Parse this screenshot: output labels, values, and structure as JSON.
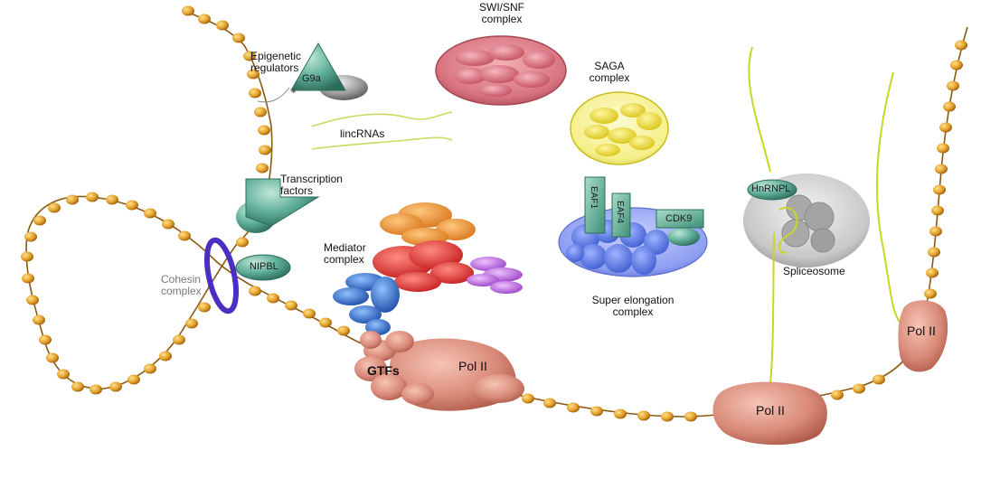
{
  "labels": {
    "epigenetic_regulators": "Epigenetic regulators",
    "g9a": "G9a",
    "swi_snf": "SWI/SNF complex",
    "saga": "SAGA complex",
    "lincrnas": "lincRNAs",
    "transcription_factors": "Transcription factors",
    "mediator": "Mediator complex",
    "nipbl": "NIPBL",
    "cohesin": "Cohesin complex",
    "gtfs": "GTFs",
    "pol2": "Pol II",
    "eaf1": "EAF1",
    "eaf4": "EAF4",
    "cdk9": "CDK9",
    "super_elongation": "Super elongation complex",
    "hnrnpl": "HnRNPL",
    "spliceosome": "Spliceosome"
  },
  "colors": {
    "nucleosome": "#e3a12b",
    "dna": "#8a5a10",
    "teal": "#5fae98",
    "cohesin_ring": "#4b2fc2",
    "swi_snf": "#cc5a6b",
    "saga": "#f1e02a",
    "mediator_orange": "#e88d2a",
    "mediator_red": "#e0302a",
    "mediator_purple": "#b864d8",
    "mediator_blue": "#2b6fd0",
    "pol2": "#d98a78",
    "sec_blue": "#6a80e0",
    "spliceosome": "#b8b8b8",
    "rna": "#c9d622"
  }
}
